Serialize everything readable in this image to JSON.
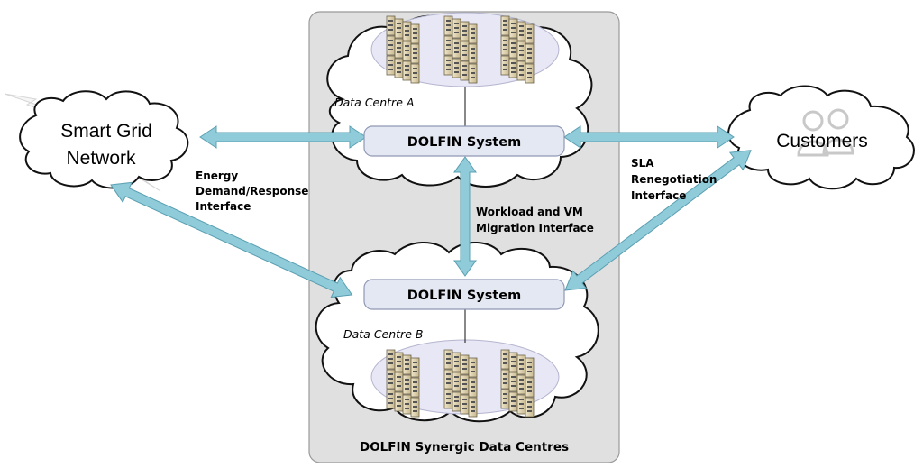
{
  "synergic_box": {
    "title": "DOLFIN Synergic Data Centres"
  },
  "data_centre_a": {
    "label": "Data Centre A",
    "system": "DOLFIN System"
  },
  "data_centre_b": {
    "label": "Data Centre B",
    "system": "DOLFIN System"
  },
  "smart_grid": {
    "line1": "Smart Grid",
    "line2": "Network"
  },
  "customers": {
    "label": "Customers"
  },
  "interfaces": {
    "energy": [
      "Energy",
      "Demand/Response",
      "Interface"
    ],
    "sla": [
      "SLA",
      "Renegotiation",
      "Interface"
    ],
    "workload": [
      "Workload and VM",
      "Migration Interface"
    ]
  },
  "colors": {
    "arrow": "#8fcbd9",
    "arrow_stroke": "#5a9fb2",
    "box_fill": "#e4e8f3",
    "panel_fill": "#e0e0e0"
  }
}
